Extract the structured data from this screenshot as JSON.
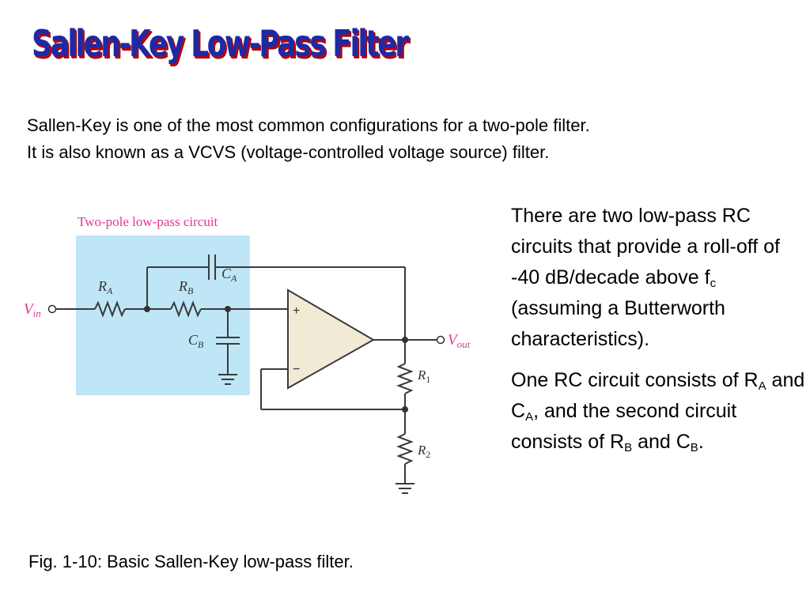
{
  "slide": {
    "title": "Sallen-Key Low-Pass Filter",
    "intro_line1": "Sallen-Key is one of the most common configurations for a two-pole filter.",
    "intro_line2": "It is also known as a VCVS (voltage-controlled voltage source) filter.",
    "caption": "Fig. 1-10: Basic Sallen-Key low-pass filter."
  },
  "side_text": {
    "p1_a": "There are two low-pass RC circuits that provide a roll-off of -40 dB/decade above f",
    "p1_sub": "c",
    "p1_b": " (assuming a Butterworth characteristics).",
    "p2_a": "One RC circuit consists of R",
    "p2_sub1": "A",
    "p2_b": " and C",
    "p2_sub2": "A",
    "p2_c": ", and the second circuit consists of R",
    "p2_sub3": "B",
    "p2_d": " and C",
    "p2_sub4": "B",
    "p2_e": "."
  },
  "diagram": {
    "box_label": "Two-pole low-pass circuit",
    "vin_main": "V",
    "vin_sub": "in",
    "vout_main": "V",
    "vout_sub": "out",
    "ra_main": "R",
    "ra_sub": "A",
    "rb_main": "R",
    "rb_sub": "B",
    "ca_main": "C",
    "ca_sub": "A",
    "cb_main": "C",
    "cb_sub": "B",
    "r1_main": "R",
    "r1_sub": "1",
    "r2_main": "R",
    "r2_sub": "2",
    "plus": "+",
    "minus": "−",
    "colors": {
      "highlight_box": "#bfe6f6",
      "opamp_fill": "#f1ead5",
      "pink_label": "#e0388f",
      "wire": "#3a3a3a"
    }
  }
}
